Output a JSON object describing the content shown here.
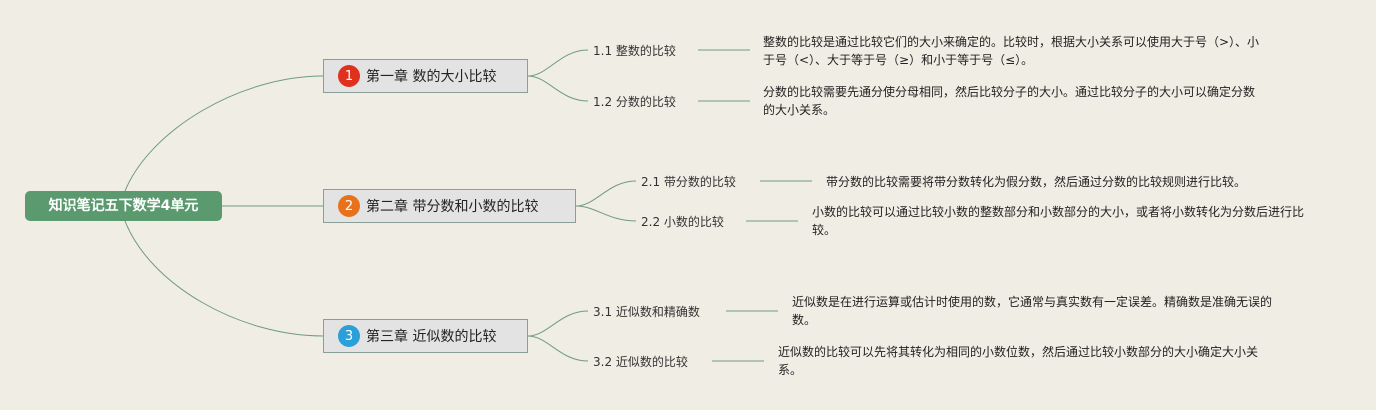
{
  "root": {
    "title": "知识笔记五下数学4单元"
  },
  "colors": {
    "root_bg": "#5a9a6e",
    "line": "#6f9a84",
    "badge_1": "#e0301e",
    "badge_2": "#e8711c",
    "badge_3": "#2a9fd8"
  },
  "chapters": [
    {
      "num": "1",
      "title": "第一章 数的大小比较",
      "subs": [
        {
          "label": "1.1 整数的比较",
          "desc": "整数的比较是通过比较它们的大小来确定的。比较时，根据大小关系可以使用大于号（>）、小于号（<）、大于等于号（≥）和小于等于号（≤）。"
        },
        {
          "label": "1.2 分数的比较",
          "desc": "分数的比较需要先通分使分母相同，然后比较分子的大小。通过比较分子的大小可以确定分数的大小关系。"
        }
      ]
    },
    {
      "num": "2",
      "title": "第二章 带分数和小数的比较",
      "subs": [
        {
          "label": "2.1 带分数的比较",
          "desc": "带分数的比较需要将带分数转化为假分数，然后通过分数的比较规则进行比较。"
        },
        {
          "label": "2.2 小数的比较",
          "desc": "小数的比较可以通过比较小数的整数部分和小数部分的大小，或者将小数转化为分数后进行比较。"
        }
      ]
    },
    {
      "num": "3",
      "title": "第三章 近似数的比较",
      "subs": [
        {
          "label": "3.1 近似数和精确数",
          "desc": "近似数是在进行运算或估计时使用的数，它通常与真实数有一定误差。精确数是准确无误的数。"
        },
        {
          "label": "3.2 近似数的比较",
          "desc": "近似数的比较可以先将其转化为相同的小数位数，然后通过比较小数部分的大小确定大小关系。"
        }
      ]
    }
  ]
}
